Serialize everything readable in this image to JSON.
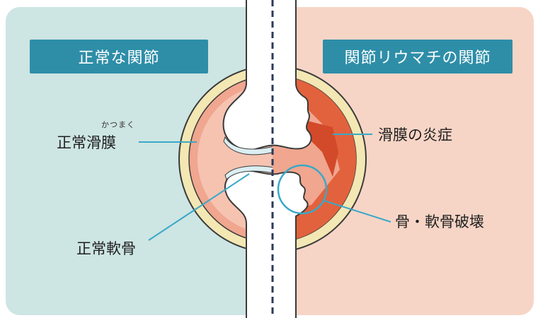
{
  "panels": {
    "left_title": "正常な関節",
    "right_title": "関節リウマチの関節"
  },
  "labels": {
    "normal_synovium_ruby": "かつまく",
    "normal_synovium": "正常滑膜",
    "normal_cartilage": "正常軟骨",
    "synovitis": "滑膜の炎症",
    "bone_cartilage_destruction": "骨・軟骨破壊"
  },
  "colors": {
    "left_bg": "#cde5e3",
    "right_bg": "#f7d5c6",
    "banner": "#2e8ea8",
    "capsule_outer": "#f3e7b4",
    "synovial_fluid": "#f0a68f",
    "inflamed": "#e2623d",
    "bone": "#ffffff",
    "line": "#3aa8c8"
  }
}
